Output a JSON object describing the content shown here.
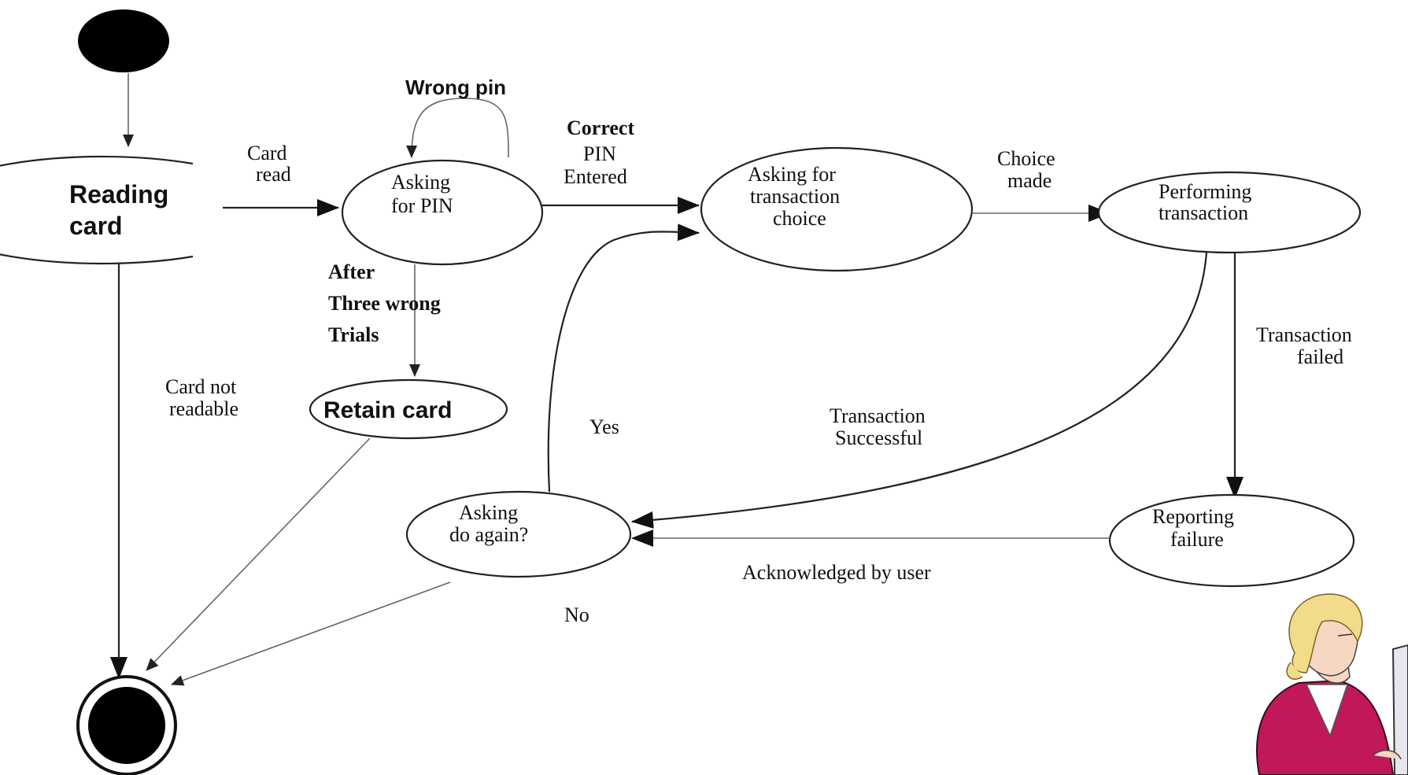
{
  "states": {
    "reading_card": [
      "Reading",
      "card"
    ],
    "asking_pin": [
      "Asking",
      "for PIN"
    ],
    "asking_choice": [
      "Asking for",
      "transaction",
      "choice"
    ],
    "performing": [
      "Performing",
      "transaction"
    ],
    "retain_card": "Retain card",
    "asking_again": [
      "Asking",
      "do again?"
    ],
    "reporting": [
      "Reporting",
      "failure"
    ]
  },
  "transitions": {
    "card_read": [
      "Card",
      "read"
    ],
    "wrong_pin": "Wrong pin",
    "correct_pin": [
      "Correct",
      "PIN",
      "Entered"
    ],
    "choice_made": [
      "Choice",
      "made"
    ],
    "three_wrong": [
      "After",
      "Three wrong",
      "Trials"
    ],
    "card_not_readable": [
      "Card not",
      "readable"
    ],
    "yes": "Yes",
    "no": "No",
    "successful": [
      "Transaction",
      "Successful"
    ],
    "failed": [
      "Transaction",
      "failed"
    ],
    "acknowledged": "Acknowledged by user"
  },
  "colors": {
    "line": "#222222",
    "fill": "#000000",
    "clipart_jacket": "#c0185a",
    "clipart_hair": "#f2dc8c",
    "clipart_skin": "#f6d7c2"
  },
  "icons": {
    "initial": "initial-state-icon",
    "final": "final-state-icon",
    "clipart": "woman-clipart-icon"
  }
}
